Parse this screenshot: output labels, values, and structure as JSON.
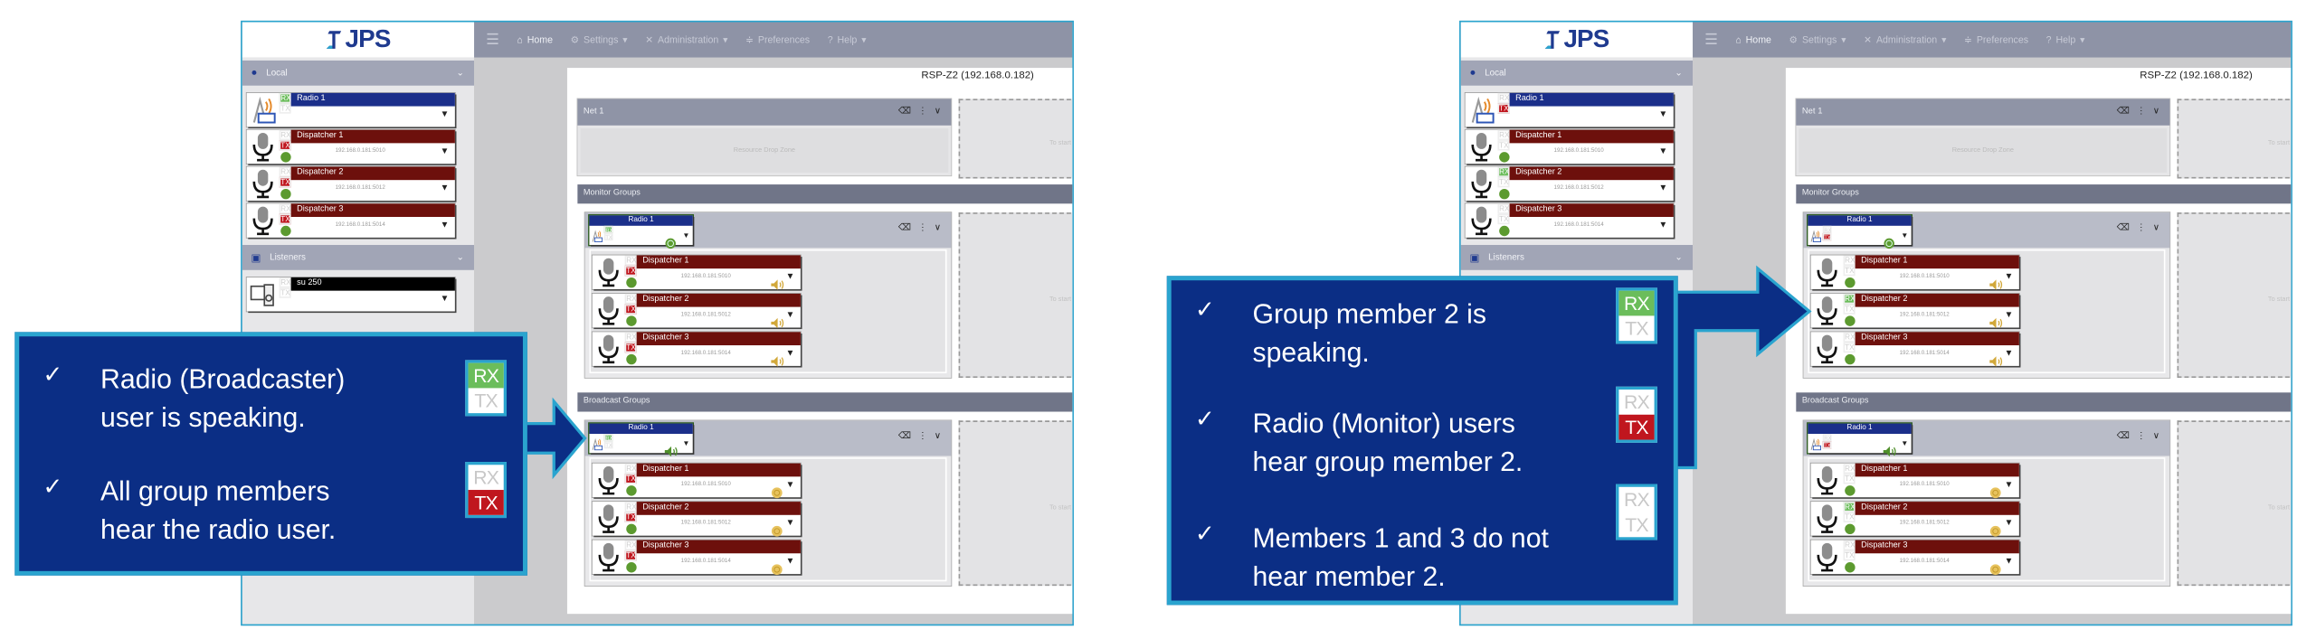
{
  "labels": {
    "rx": "RX",
    "tx": "TX"
  },
  "colors": {
    "accent_border": "#2aa4cf",
    "callout_fill": "#0b2e85",
    "rx_active": "#6bbd5b",
    "tx_active": "#c0161e",
    "dispatcher_bar": "#6d100c",
    "radio_bar": "#1b2f8a"
  },
  "screens": [
    {
      "logo": "JPS",
      "nav": {
        "home": "Home",
        "settings": "Settings",
        "administration": "Administration",
        "preferences": "Preferences",
        "help": "Help"
      },
      "sidebar": {
        "local": "Local",
        "listeners": "Listeners",
        "local_items": [
          {
            "name": "Radio 1",
            "type": "radio",
            "ip": "",
            "rx": true,
            "tx": false,
            "online": false
          },
          {
            "name": "Dispatcher 1",
            "type": "dispatcher",
            "ip": "192.168.0.181:5010",
            "rx": false,
            "tx": true,
            "online": true
          },
          {
            "name": "Dispatcher 2",
            "type": "dispatcher",
            "ip": "192.168.0.181:5012",
            "rx": false,
            "tx": true,
            "online": true
          },
          {
            "name": "Dispatcher 3",
            "type": "dispatcher",
            "ip": "192.168.0.181:5014",
            "rx": false,
            "tx": true,
            "online": true
          }
        ],
        "listener_items": [
          {
            "name": "su 250",
            "type": "listener",
            "ip": "",
            "rx": false,
            "tx": false,
            "online": false
          }
        ]
      },
      "device_title": "RSP-Z2 (192.168.0.182)",
      "net": {
        "name": "Net 1",
        "drop_zone": "Resource Drop Zone",
        "start_hint": "To start a"
      },
      "monitor": {
        "title": "Monitor Groups",
        "start_hint": "To start a",
        "radio": {
          "name": "Radio 1",
          "rx": true,
          "tx": false,
          "status_icon": "green-circle"
        },
        "members": [
          {
            "name": "Dispatcher 1",
            "type": "dispatcher",
            "ip": "192.168.0.181:5010",
            "rx": false,
            "tx": true,
            "online": true,
            "audio_icon": "speaker"
          },
          {
            "name": "Dispatcher 2",
            "type": "dispatcher",
            "ip": "192.168.0.181:5012",
            "rx": false,
            "tx": true,
            "online": true,
            "audio_icon": "speaker"
          },
          {
            "name": "Dispatcher 3",
            "type": "dispatcher",
            "ip": "192.168.0.181:5014",
            "rx": false,
            "tx": true,
            "online": true,
            "audio_icon": "speaker"
          }
        ]
      },
      "broadcast": {
        "title": "Broadcast Groups",
        "start_hint": "To start a",
        "radio": {
          "name": "Radio 1",
          "rx": true,
          "tx": false,
          "status_icon": "green-speaker"
        },
        "members": [
          {
            "name": "Dispatcher 1",
            "type": "dispatcher",
            "ip": "192.168.0.181:5010",
            "rx": false,
            "tx": true,
            "online": true,
            "audio_icon": "yellow-circle"
          },
          {
            "name": "Dispatcher 2",
            "type": "dispatcher",
            "ip": "192.168.0.181:5012",
            "rx": false,
            "tx": true,
            "online": true,
            "audio_icon": "yellow-circle"
          },
          {
            "name": "Dispatcher 3",
            "type": "dispatcher",
            "ip": "192.168.0.181:5014",
            "rx": false,
            "tx": true,
            "online": true,
            "audio_icon": "yellow-circle"
          }
        ]
      }
    },
    {
      "logo": "JPS",
      "nav": {
        "home": "Home",
        "settings": "Settings",
        "administration": "Administration",
        "preferences": "Preferences",
        "help": "Help"
      },
      "sidebar": {
        "local": "Local",
        "listeners": "Listeners",
        "local_items": [
          {
            "name": "Radio 1",
            "type": "radio",
            "ip": "",
            "rx": false,
            "tx": true,
            "online": false
          },
          {
            "name": "Dispatcher 1",
            "type": "dispatcher",
            "ip": "192.168.0.181:5010",
            "rx": false,
            "tx": false,
            "online": true
          },
          {
            "name": "Dispatcher 2",
            "type": "dispatcher",
            "ip": "192.168.0.181:5012",
            "rx": true,
            "tx": false,
            "online": true
          },
          {
            "name": "Dispatcher 3",
            "type": "dispatcher",
            "ip": "192.168.0.181:5014",
            "rx": false,
            "tx": false,
            "online": true
          }
        ],
        "listener_items": []
      },
      "device_title": "RSP-Z2 (192.168.0.182)",
      "net": {
        "name": "Net 1",
        "drop_zone": "Resource Drop Zone",
        "start_hint": "To start a"
      },
      "monitor": {
        "title": "Monitor Groups",
        "start_hint": "To start a",
        "radio": {
          "name": "Radio 1",
          "rx": false,
          "tx": true,
          "status_icon": "green-circle"
        },
        "members": [
          {
            "name": "Dispatcher 1",
            "type": "dispatcher",
            "ip": "192.168.0.181:5010",
            "rx": false,
            "tx": false,
            "online": true,
            "audio_icon": "speaker"
          },
          {
            "name": "Dispatcher 2",
            "type": "dispatcher",
            "ip": "192.168.0.181:5012",
            "rx": true,
            "tx": false,
            "online": true,
            "audio_icon": "speaker"
          },
          {
            "name": "Dispatcher 3",
            "type": "dispatcher",
            "ip": "192.168.0.181:5014",
            "rx": false,
            "tx": false,
            "online": true,
            "audio_icon": "speaker"
          }
        ]
      },
      "broadcast": {
        "title": "Broadcast Groups",
        "start_hint": "To start a",
        "radio": {
          "name": "Radio 1",
          "rx": false,
          "tx": true,
          "status_icon": "green-speaker"
        },
        "members": [
          {
            "name": "Dispatcher 1",
            "type": "dispatcher",
            "ip": "192.168.0.181:5010",
            "rx": false,
            "tx": false,
            "online": true,
            "audio_icon": "yellow-circle"
          },
          {
            "name": "Dispatcher 2",
            "type": "dispatcher",
            "ip": "192.168.0.181:5012",
            "rx": true,
            "tx": false,
            "online": true,
            "audio_icon": "yellow-circle"
          },
          {
            "name": "Dispatcher 3",
            "type": "dispatcher",
            "ip": "192.168.0.181:5014",
            "rx": false,
            "tx": false,
            "online": true,
            "audio_icon": "yellow-circle"
          }
        ]
      }
    }
  ],
  "callouts": [
    {
      "items": [
        {
          "text": "Radio (Broadcaster)\nuser is speaking.",
          "badge": {
            "rx": true,
            "tx": false
          }
        },
        {
          "text": "All group members\nhear the radio user.",
          "badge": {
            "rx": false,
            "tx": true
          }
        }
      ]
    },
    {
      "items": [
        {
          "text": "Group member 2 is\nspeaking.",
          "badge": {
            "rx": true,
            "tx": false
          }
        },
        {
          "text": "Radio (Monitor) users\nhear group member 2.",
          "badge": {
            "rx": false,
            "tx": true
          }
        },
        {
          "text": "Members 1 and 3 do not\nhear member 2.",
          "badge": {
            "rx": false,
            "tx": false
          }
        }
      ]
    }
  ]
}
